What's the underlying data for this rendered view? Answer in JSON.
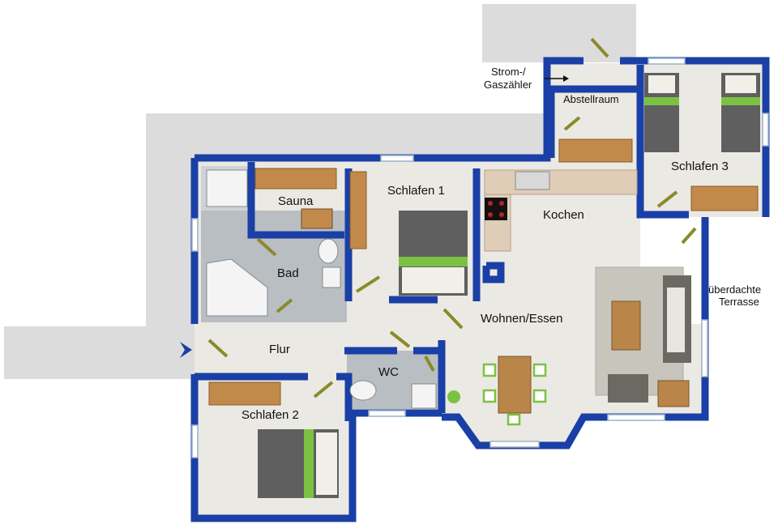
{
  "labels": {
    "strom": "Strom-/",
    "gaszaehler": "Gaszähler",
    "abstellraum": "Abstellraum",
    "schlafen3": "Schlafen 3",
    "sauna": "Sauna",
    "schlafen1": "Schlafen 1",
    "kochen": "Kochen",
    "bad": "Bad",
    "terrasse_line1": "überdachte",
    "terrasse_line2": "Terrasse",
    "wohnen": "Wohnen/Essen",
    "flur": "Flur",
    "wc": "WC",
    "schlafen2": "Schlafen 2"
  },
  "colors": {
    "wall": "#1a3fa6",
    "floor": "#ebe9e3",
    "outdoor": "#dcdcdc",
    "tile": "#b9bec3",
    "wood": "#c28a4a",
    "counter": "#e0cdb8",
    "bed": "#5f5f5f",
    "pillow": "#f2efe8",
    "accent_green": "#7cc242",
    "rug": "#c8c5bd",
    "door_arc": "#8a8a8a",
    "window": "#ffffff"
  },
  "icons": {
    "entrance": "entrance-arrow-icon",
    "door": "door-swing-icon",
    "stove": "cooktop-icon",
    "sink": "sink-icon",
    "toilet": "toilet-icon",
    "plant": "plant-icon"
  }
}
